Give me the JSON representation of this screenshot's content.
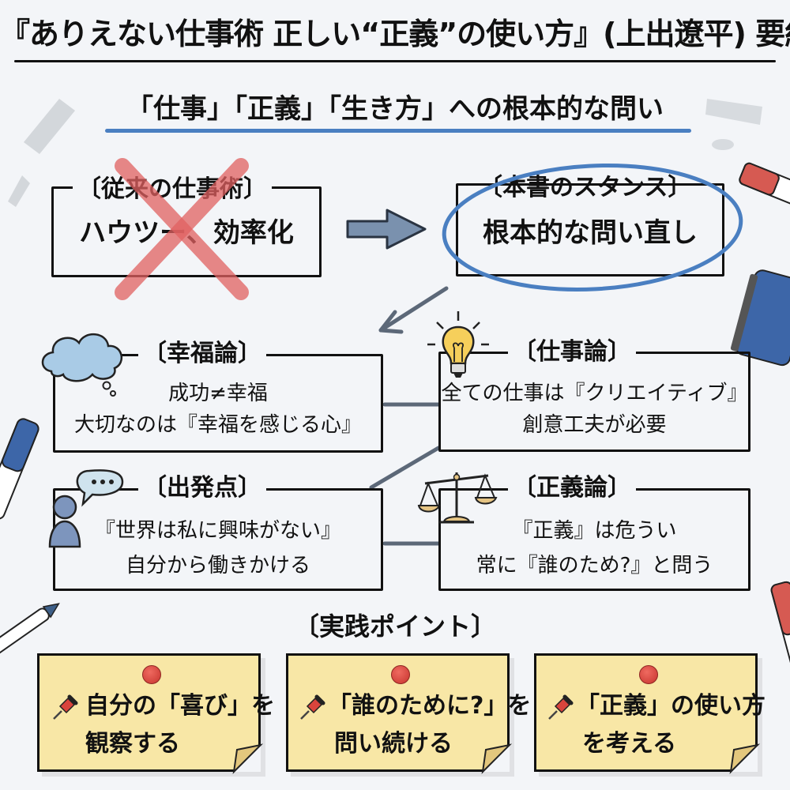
{
  "header": {
    "title": "『ありえない仕事術 正しい“正義”の使い方』(上出遼平) 要約",
    "subtitle": "「仕事」「正義」「生き方」への根本的な問い"
  },
  "comparison": {
    "conventional": {
      "label": "〔従来の仕事術〕",
      "body": "ハウツー、効率化",
      "status": "rejected"
    },
    "stance": {
      "label": "〔本書のスタンス〕",
      "body": "根本的な問い直し",
      "status": "highlighted"
    }
  },
  "theories": [
    {
      "icon": "cloud-thought-icon",
      "label": "〔幸福論〕",
      "lines": [
        "成功≠幸福",
        "大切なのは『幸福を感じる心』"
      ]
    },
    {
      "icon": "lightbulb-icon",
      "label": "〔仕事論〕",
      "lines": [
        "全ての仕事は『クリエイティブ』",
        "創意工夫が必要"
      ]
    },
    {
      "icon": "person-speech-icon",
      "label": "〔出発点〕",
      "lines": [
        "『世界は私に興味がない』",
        "自分から働きかける"
      ]
    },
    {
      "icon": "scales-icon",
      "label": "〔正義論〕",
      "lines": [
        "『正義』は危うい",
        "常に『誰のため?』と問う"
      ]
    }
  ],
  "practice": {
    "heading": "〔実践ポイント〕",
    "notes": [
      {
        "lines": [
          "自分の「喜び」を",
          "観察する"
        ]
      },
      {
        "lines": [
          "「誰のために?」を",
          "問い続ける"
        ]
      },
      {
        "lines": [
          "「正義」の使い方",
          "を考える"
        ]
      }
    ]
  },
  "colors": {
    "background": "#f3f5f8",
    "accent_blue": "#4a7fc1",
    "cross_red": "#e06060",
    "note_yellow": "#f8e7a6",
    "pin_red": "#d9443c",
    "connector_gray": "#5c6878"
  }
}
